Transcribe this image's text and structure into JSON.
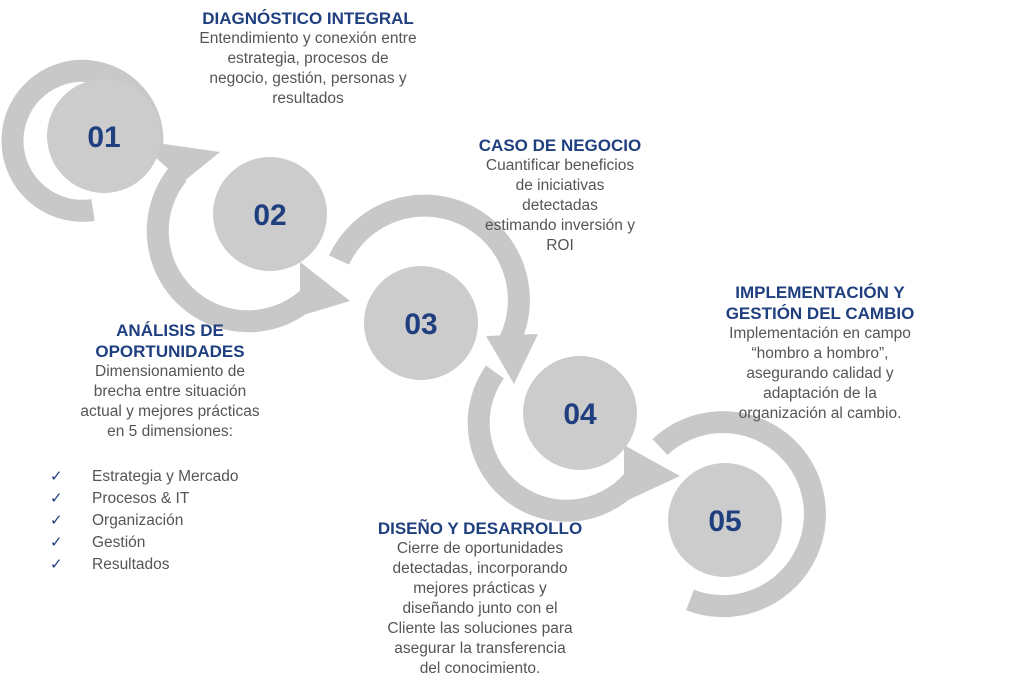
{
  "colors": {
    "ring": "#c8c8c8",
    "circle": "#cccccc",
    "number": "#1f3f7f",
    "title": "#1f3f7f",
    "text": "#555555"
  },
  "steps": [
    {
      "number": "01",
      "title": "DIAGNÓSTICO INTEGRAL",
      "description": "Entendimiento y conexión entre\nestrategia, procesos de\nnegocio, gestión, personas y\nresultados"
    },
    {
      "number": "02",
      "title": "ANÁLISIS DE\nOPORTUNIDADES",
      "description": "Dimensionamiento de\nbrecha entre situación\nactual y mejores prácticas\nen 5 dimensiones:"
    },
    {
      "number": "03",
      "title": "CASO DE NEGOCIO",
      "description": "Cuantificar beneficios\nde iniciativas\ndetectadas\nestimando inversión y\nROI"
    },
    {
      "number": "04",
      "title": "DISEÑO Y DESARROLLO",
      "description": "Cierre de oportunidades\ndetectadas, incorporando\nmejores prácticas y\ndiseñando junto con el\nCliente las soluciones para\nasegurar la transferencia\ndel conocimiento."
    },
    {
      "number": "05",
      "title": "IMPLEMENTACIÓN Y\nGESTIÓN DEL CAMBIO",
      "description": "Implementación en campo\n“hombro a hombro”,\nasegurando calidad y\nadaptación de la\norganización al cambio."
    }
  ],
  "checklist": {
    "icon": "checkmark-icon",
    "mark": "✓",
    "items": [
      "Estrategia y Mercado",
      "Procesos & IT",
      "Organización",
      "Gestión",
      "Resultados"
    ]
  }
}
